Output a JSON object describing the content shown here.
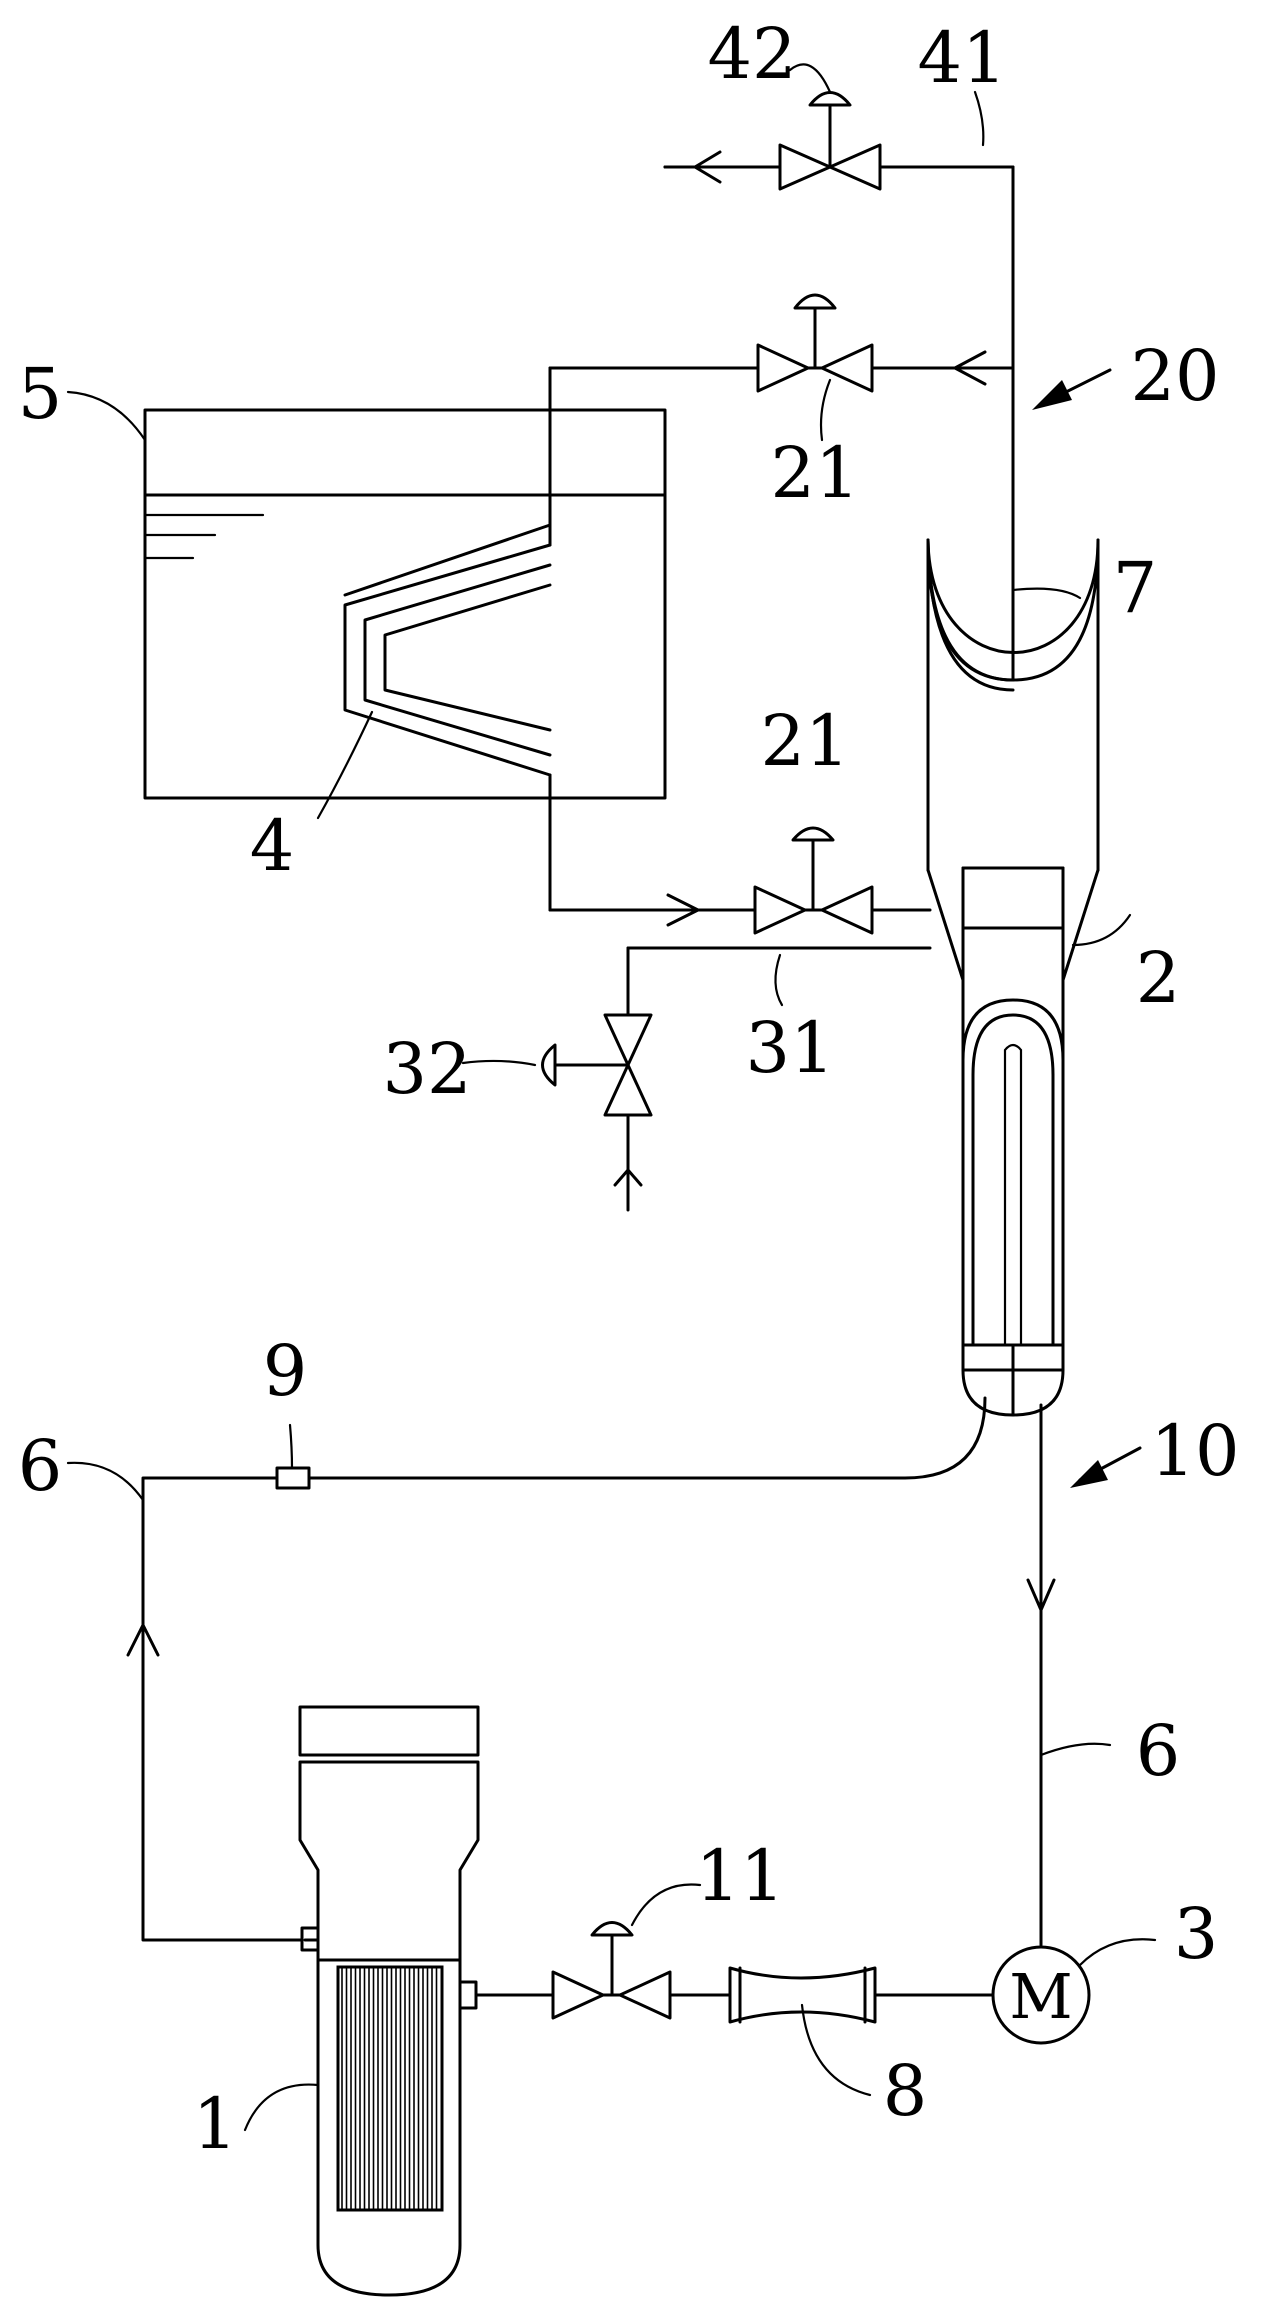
{
  "labels": {
    "reactor": "1",
    "steam_generator": "2",
    "pump_motor": "3",
    "heat_exchanger": "4",
    "water_tank": "5",
    "main_pipe_left": "6",
    "main_pipe_right": "6",
    "steam_pipe": "7",
    "heater": "8",
    "sensor": "9",
    "loop_10": "10",
    "valve_11": "11",
    "loop_20": "20",
    "valve_21_top": "21",
    "valve_21_mid": "21",
    "pipe_31": "31",
    "valve_32": "32",
    "pipe_41": "41",
    "valve_42": "42"
  },
  "motor_symbol": "M",
  "icons": {
    "valve": "gate-valve-icon",
    "actuator": "dome-actuator-icon",
    "flow_arrow": "chevron-arrow-icon"
  },
  "colors": {
    "line": "#000000",
    "background": "#ffffff"
  }
}
